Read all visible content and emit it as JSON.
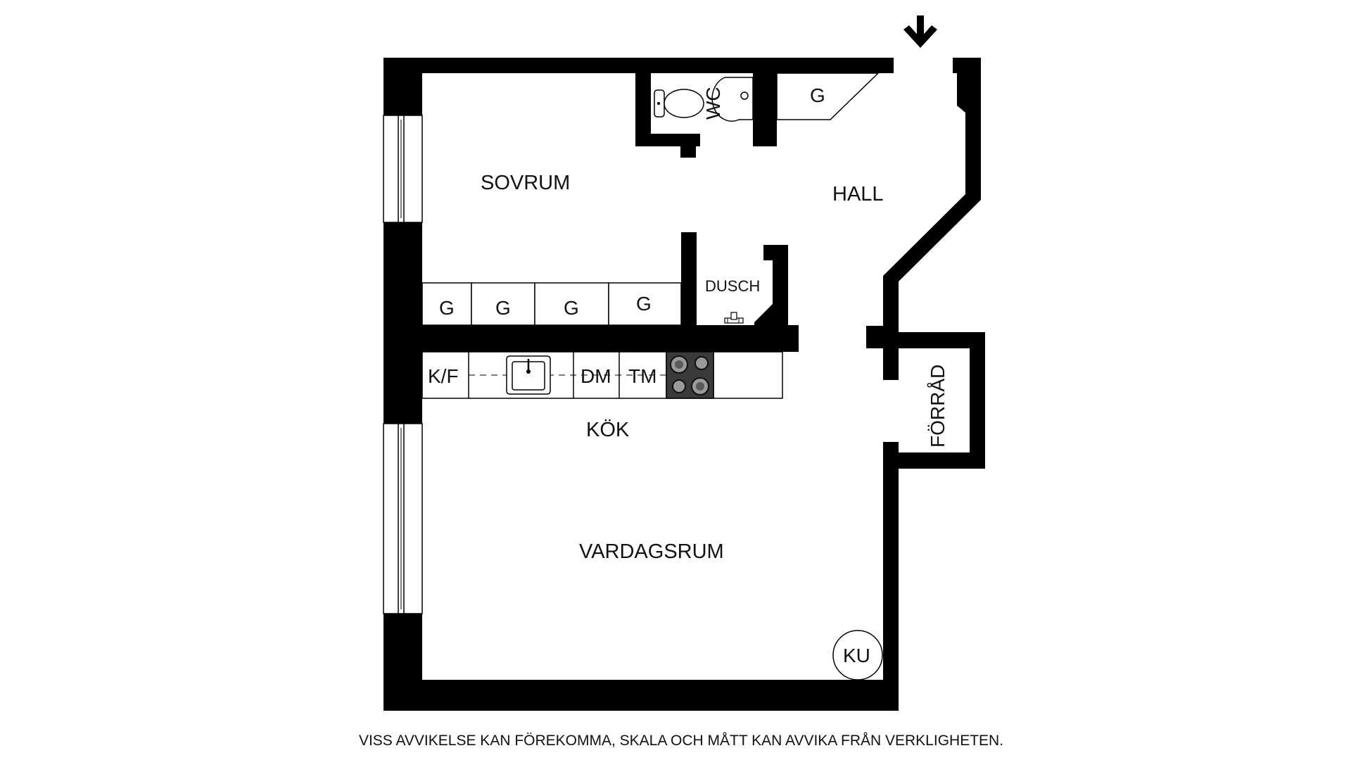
{
  "rooms": {
    "sovrum": "SOVRUM",
    "hall": "HALL",
    "kok": "KÖK",
    "vardagsrum": "VARDAGSRUM",
    "forrad": "FÖRRÅD",
    "dusch": "DUSCH",
    "wc": "WC"
  },
  "fixtures": {
    "wardrobe": "G",
    "fridge_freezer": "K/F",
    "dishwasher": "DM",
    "washing_machine": "TM",
    "fireplace": "KU"
  },
  "disclaimer": "VISS AVVIKELSE KAN FÖREKOMMA, SKALA OCH MÅTT KAN AVVIKA FRÅN VERKLIGHETEN.",
  "icons": [
    "entrance-arrow-icon",
    "toilet-icon",
    "washbasin-icon",
    "sink-icon",
    "stove-icon",
    "shower-tap-icon",
    "window-icon"
  ],
  "colors": {
    "wall": "#000000",
    "background": "#ffffff",
    "stove": "#3a3a3a"
  }
}
